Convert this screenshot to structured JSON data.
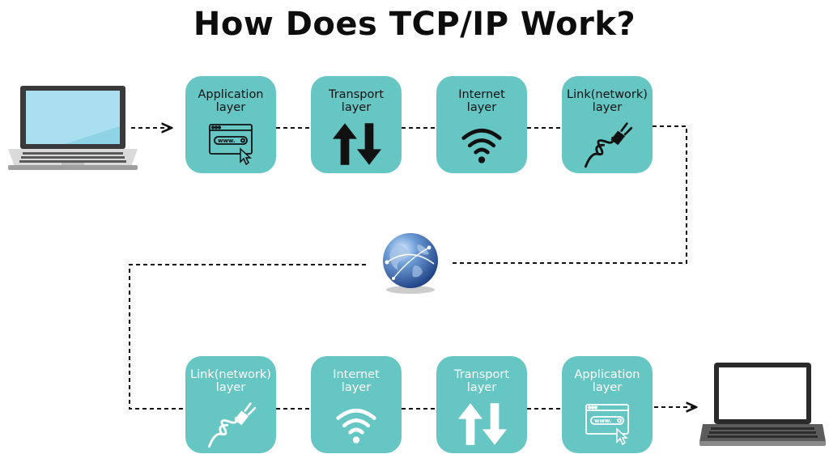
{
  "title": "How Does TCP/IP Work?",
  "sender_layers": [
    {
      "line1": "Application",
      "line2": "layer",
      "icon": "browser-window-icon"
    },
    {
      "line1": "Transport",
      "line2": "layer",
      "icon": "up-down-arrows-icon"
    },
    {
      "line1": "Internet",
      "line2": "layer",
      "icon": "wifi-icon"
    },
    {
      "line1": "Link(network)",
      "line2": "layer",
      "icon": "power-plug-icon"
    }
  ],
  "receiver_layers": [
    {
      "line1": "Link(network)",
      "line2": "layer",
      "icon": "power-plug-icon"
    },
    {
      "line1": "Internet",
      "line2": "layer",
      "icon": "wifi-icon"
    },
    {
      "line1": "Transport",
      "line2": "layer",
      "icon": "up-down-arrows-icon"
    },
    {
      "line1": "Application",
      "line2": "layer",
      "icon": "browser-window-icon"
    }
  ],
  "browser_icon_text": "www.",
  "colors": {
    "box": "#66c6c4",
    "top_text": "#111111",
    "bottom_icon": "#ffffff",
    "top_icon": "#111111"
  },
  "icons": {
    "sender": "laptop-blue-screen-icon",
    "receiver": "laptop-white-screen-icon",
    "network": "globe-icon"
  }
}
